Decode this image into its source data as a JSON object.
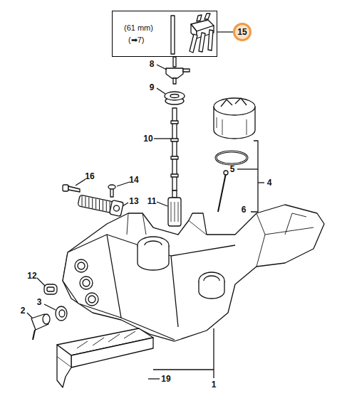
{
  "diagram": {
    "nodes": [
      {
        "text": [
          "(61 mm)",
          "(➡7)"
        ]
      },
      {
        "text": [
          "15"
        ]
      }
    ],
    "edges": [
      {
        "from": 1,
        "to": 0,
        "arrow": "none"
      }
    ],
    "labels": [
      "8",
      "9",
      "10",
      "16",
      "14",
      "13",
      "11",
      "5",
      "4",
      "6",
      "12",
      "3",
      "2",
      "19",
      "1"
    ]
  }
}
